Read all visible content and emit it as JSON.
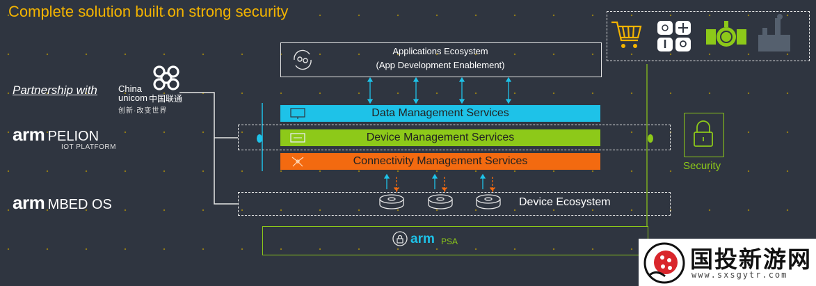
{
  "title": "Complete solution built on strong security",
  "partnership": {
    "label": "Partnership with",
    "unicom_en_line1": "China",
    "unicom_en_line2": "unicom",
    "unicom_cn": "中国联通",
    "unicom_tagline": "创新·改变世界"
  },
  "logos": {
    "pelion_arm": "arm",
    "pelion_name": "PELION",
    "pelion_sub": "IOT PLATFORM",
    "mbed_arm": "arm",
    "mbed_name": "MBED OS"
  },
  "apps": {
    "line1": "Applications Ecosystem",
    "line2": "(App Development Enablement)"
  },
  "services": {
    "data": "Data Management Services",
    "device": "Device Management Services",
    "connectivity": "Connectivity Management Services"
  },
  "device_ecosystem": "Device Ecosystem",
  "psa": {
    "arm": "arm",
    "label": "PSA"
  },
  "security": {
    "label": "Security"
  },
  "icons": [
    "shopping-cart-icon",
    "smart-home-icon",
    "industrial-pipe-icon",
    "factory-icon"
  ],
  "watermark": {
    "cn": "国投新游网",
    "url": "www.sxsgytr.com"
  },
  "colors": {
    "background": "#2f3540",
    "title": "#f4b400",
    "data_bar": "#1ec2e8",
    "device_bar": "#8dc919",
    "connectivity_bar": "#f36a10",
    "security": "#8dc919"
  }
}
